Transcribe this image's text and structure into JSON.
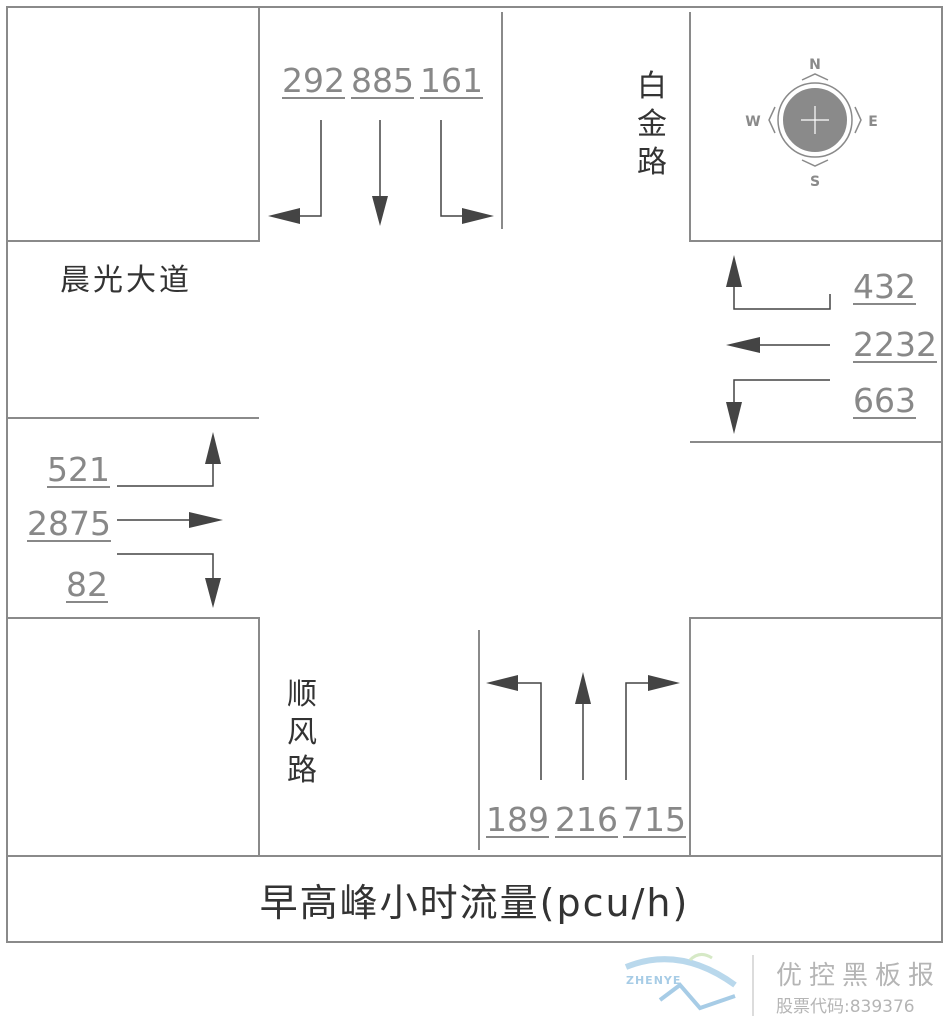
{
  "caption": "早高峰小时流量(pcu/h)",
  "roads": {
    "north_east": "白金路",
    "west": "晨光大道",
    "south_west": "顺风路"
  },
  "compass": {
    "n": "N",
    "e": "E",
    "s": "S",
    "w": "W"
  },
  "approaches": {
    "north": {
      "left": "292",
      "through": "885",
      "right": "161"
    },
    "east": {
      "right": "432",
      "through": "2232",
      "left": "663"
    },
    "west": {
      "left": "521",
      "through": "2875",
      "right": "82"
    },
    "south": {
      "left": "189",
      "through": "216",
      "right": "715"
    }
  },
  "watermark": {
    "title": "优控黑板报",
    "stock_code": "股票代码:839376",
    "logo_text": "ZHENYE"
  },
  "colors": {
    "line": "#8a8a8a",
    "arrow": "#444444",
    "label": "#888888",
    "text": "#333333"
  }
}
